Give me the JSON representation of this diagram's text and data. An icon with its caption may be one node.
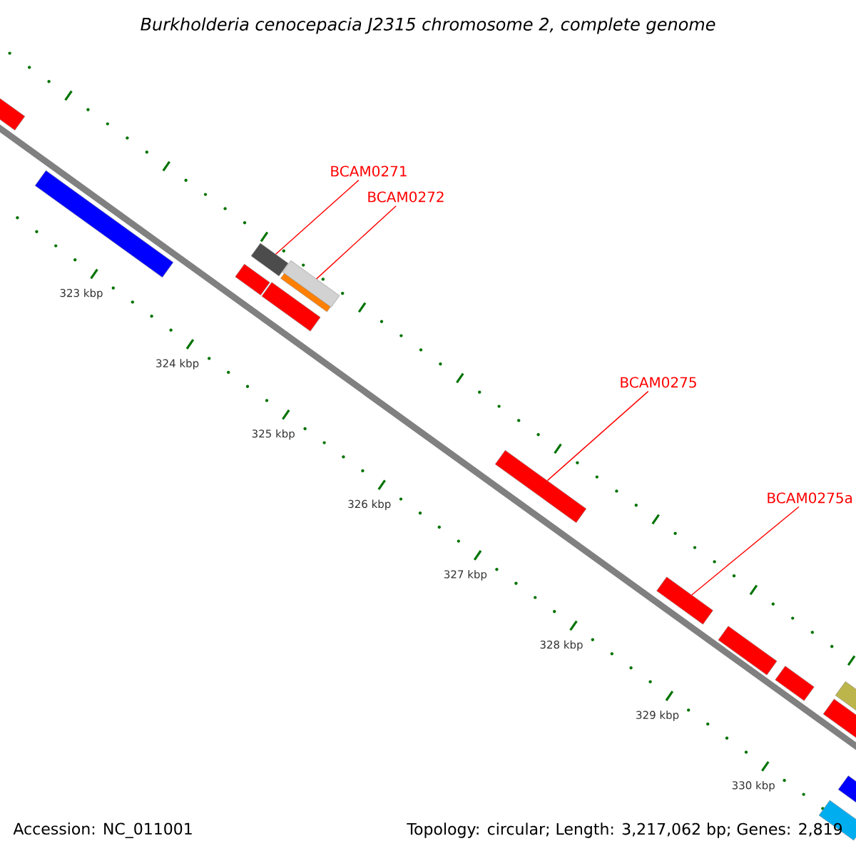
{
  "diagram": {
    "title": "Burkholderia cenocepacia J2315 chromosome 2, complete genome",
    "nodes": [
      {
        "text": [
          "BCAM0271"
        ]
      },
      {
        "text": [
          "BCAM0272"
        ]
      },
      {
        "text": [
          "BCAM0275"
        ]
      },
      {
        "text": [
          "BCAM0275a"
        ]
      },
      {
        "text": [],
        "shape": "bar"
      },
      {
        "text": [],
        "shape": "bar"
      },
      {
        "text": [],
        "shape": "bar"
      },
      {
        "text": [],
        "shape": "bar"
      },
      {
        "text": [],
        "shape": "bar"
      },
      {
        "text": [],
        "shape": "bar"
      },
      {
        "text": [],
        "shape": "bar"
      },
      {
        "text": [],
        "shape": "bar"
      },
      {
        "text": [],
        "shape": "bar"
      },
      {
        "text": [],
        "shape": "bar"
      },
      {
        "text": [],
        "shape": "bar"
      },
      {
        "text": [],
        "shape": "bar"
      },
      {
        "text": [],
        "shape": "bar"
      },
      {
        "text": [],
        "shape": "bar"
      },
      {
        "text": [],
        "shape": "bar"
      }
    ],
    "edges": [
      {
        "from": 0,
        "to": 7,
        "arrow": "none"
      },
      {
        "from": 1,
        "to": 10,
        "arrow": "none"
      },
      {
        "from": 2,
        "to": 11,
        "arrow": "none"
      },
      {
        "from": 3,
        "to": 12,
        "arrow": "none"
      }
    ],
    "labels": [
      "323 kbp",
      "324 kbp",
      "325 kbp",
      "326 kbp",
      "327 kbp",
      "328 kbp",
      "329 kbp",
      "330 kbp",
      "Accession: NC_011001",
      "Topology: circular; Length: 3,217,062 bp; Genes: 2,819"
    ]
  }
}
